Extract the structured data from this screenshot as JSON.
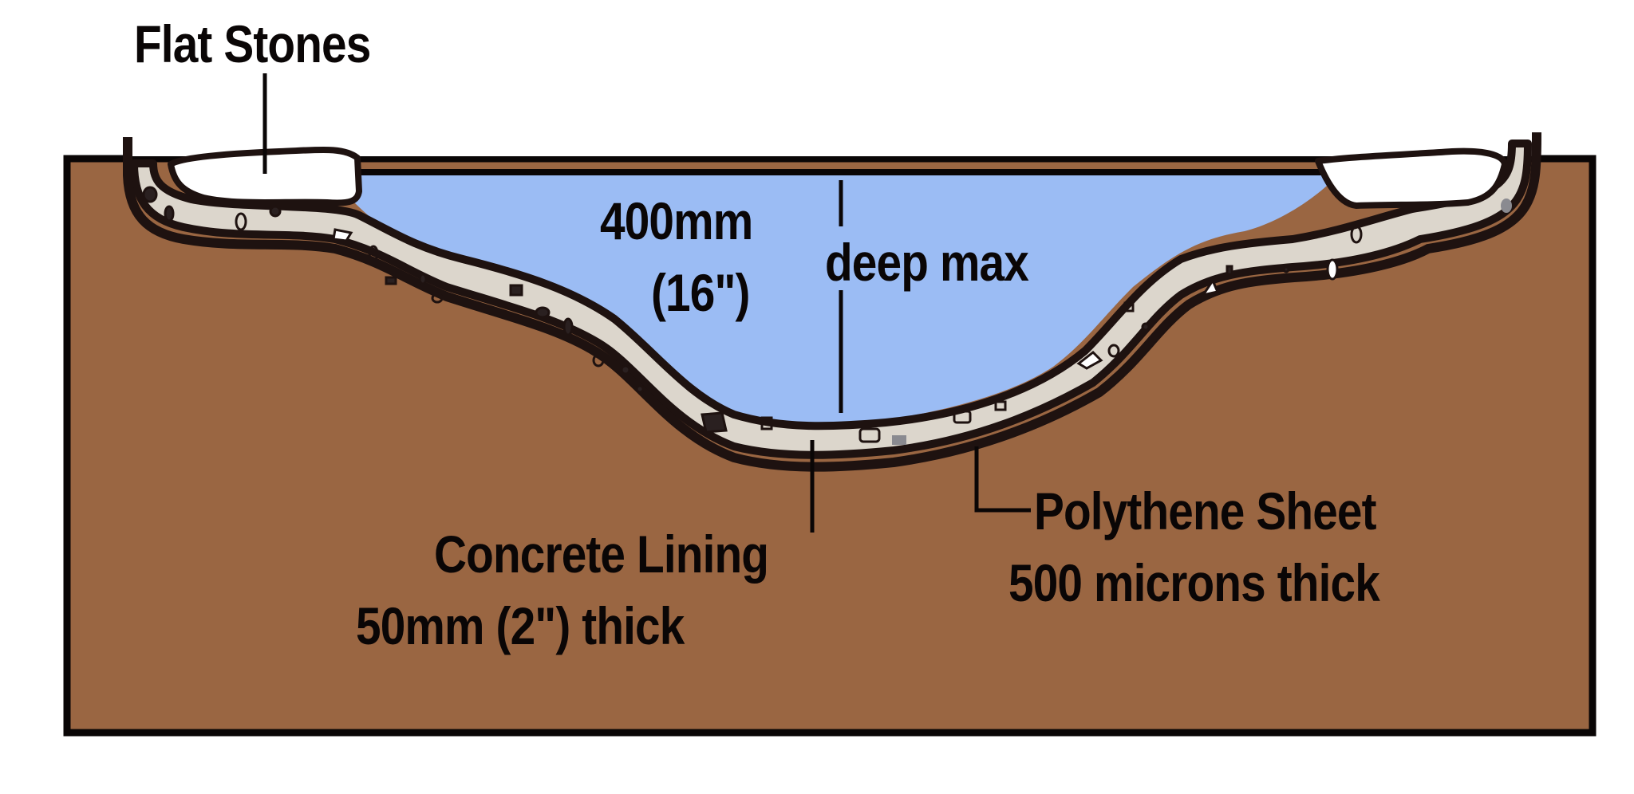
{
  "diagram": {
    "type": "cross-section",
    "subject": "Concrete-lined garden pond",
    "colors": {
      "soil": "#9a6642",
      "water": "#9bbcf4",
      "concrete": "#dcd6cc",
      "outline": "#1e1210",
      "stone": "#ffffff",
      "background": "#ffffff"
    },
    "labels": {
      "flat_stones": "Flat Stones",
      "depth_mm": "400mm",
      "depth_in": "(16\")",
      "depth_note": "deep max",
      "concrete_title": "Concrete Lining",
      "concrete_thickness": "50mm  (2\") thick",
      "polythene_title": "Polythene Sheet",
      "polythene_thickness": "500 microns thick"
    }
  }
}
